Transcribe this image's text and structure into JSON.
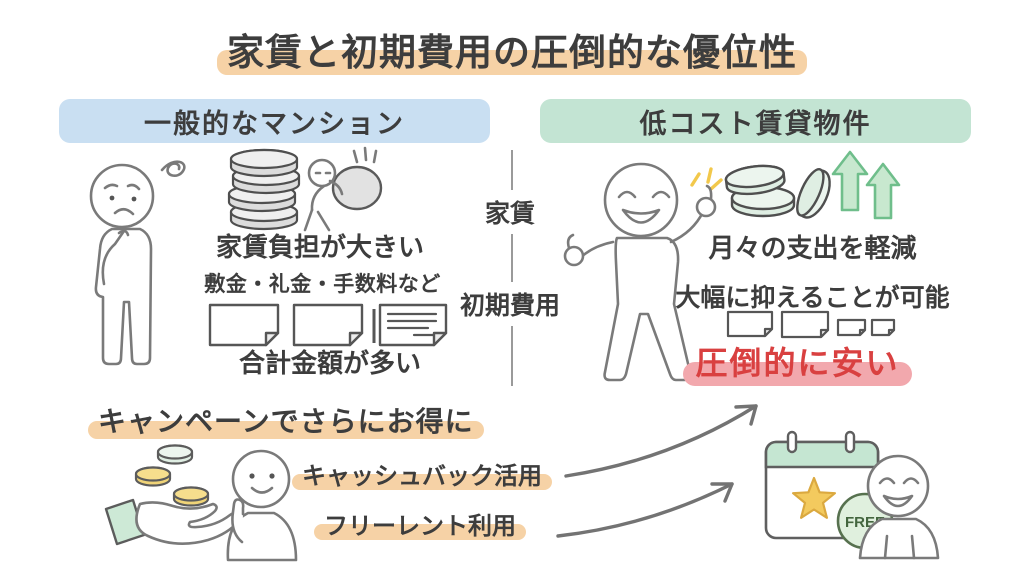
{
  "title": "家賃と初期費用の圧倒的な優位性",
  "columns": {
    "left": {
      "header": "一般的なマンション",
      "rent_note": "家賃負担が大きい",
      "fees_note": "敷金・礼金・手数料など",
      "total_note": "合計金額が多い"
    },
    "right": {
      "header": "低コスト賃貸物件",
      "rent_note": "月々の支出を軽減",
      "initial_note": "大幅に抑えることが可能",
      "verdict": "圧倒的に安い"
    }
  },
  "divider": {
    "rent_label": "家賃",
    "initial_label": "初期費用"
  },
  "campaign": {
    "heading": "キャンペーンでさらにお得に",
    "items": [
      "キャッシュバック活用",
      "フリーレント利用"
    ]
  },
  "calendar_badge_label": "FREE",
  "icons": [
    "confusion-scribble-icon",
    "worried-person-icon",
    "coin-stack-icon",
    "heavy-bag-person-icon",
    "documents-large-icon",
    "happy-person-icon",
    "sparkle-icon",
    "coins-up-arrows-icon",
    "documents-small-icon",
    "hand-offering-coins-icon",
    "pointing-person-icon",
    "curved-arrow-up-icon",
    "curved-arrow-low-icon",
    "calendar-free-icon",
    "smiling-person-icon"
  ],
  "colors": {
    "ink": "#3d3d3d",
    "peach": "#f6d2a6",
    "pink": "#f2a8ad",
    "red": "#d94040",
    "blue_bg": "#c9dff2",
    "green_bg": "#c3e4d3",
    "arrow_green": "#c8e8cf",
    "arrow_green_stroke": "#6fbe8b",
    "coin_gray": "#e3e3e3",
    "coin_yellow": "#f6de8d",
    "coin_mint": "#e7f2e9",
    "star_yellow": "#f3ca5e",
    "calendar_green": "#c5e6d2",
    "badge_green": "#e0f0de",
    "badge_text": "#44663f"
  }
}
